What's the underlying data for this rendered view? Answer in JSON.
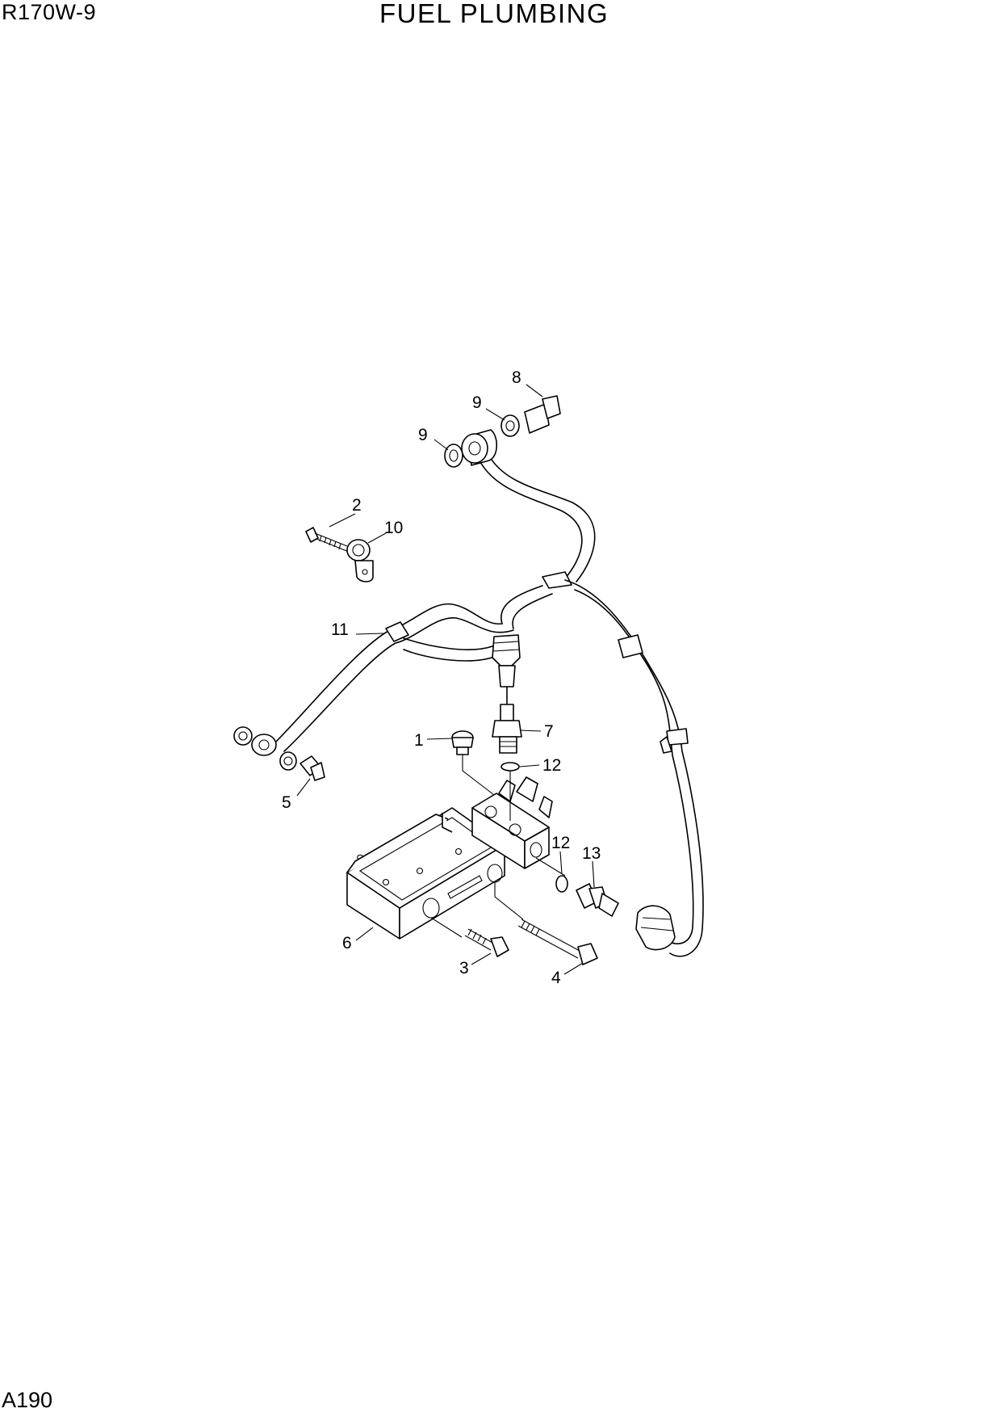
{
  "header": {
    "model": "R170W-9",
    "title": "FUEL PLUMBING"
  },
  "footer": {
    "page_code": "A190"
  },
  "callouts": [
    {
      "id": "c8",
      "label": "8"
    },
    {
      "id": "c9a",
      "label": "9"
    },
    {
      "id": "c9b",
      "label": "9"
    },
    {
      "id": "c2",
      "label": "2"
    },
    {
      "id": "c10",
      "label": "10"
    },
    {
      "id": "c11",
      "label": "11"
    },
    {
      "id": "c1",
      "label": "1"
    },
    {
      "id": "c7",
      "label": "7"
    },
    {
      "id": "c12a",
      "label": "12"
    },
    {
      "id": "c5",
      "label": "5"
    },
    {
      "id": "c12b",
      "label": "12"
    },
    {
      "id": "c13",
      "label": "13"
    },
    {
      "id": "c6",
      "label": "6"
    },
    {
      "id": "c3",
      "label": "3"
    },
    {
      "id": "c4",
      "label": "4"
    }
  ]
}
